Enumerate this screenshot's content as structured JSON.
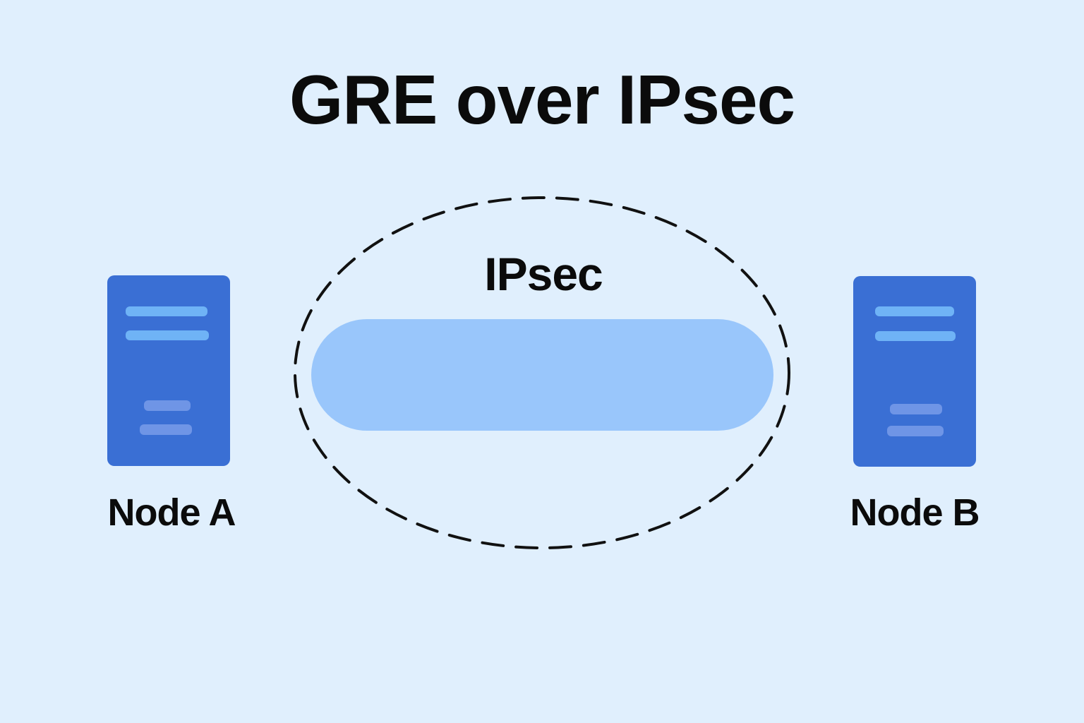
{
  "title": "GRE over IPsec",
  "tunnel": {
    "label": "IPsec"
  },
  "nodes": [
    {
      "label": "Node A"
    },
    {
      "label": "Node B"
    }
  ],
  "colors": {
    "background": "#e0effd",
    "server_body": "#3a6fd4",
    "server_stripe": "#6fb3f6",
    "server_stripe_dim": "#6f95e6",
    "tunnel_pipe": "#99c6fb",
    "outline": "#111111",
    "text": "#0b0b0b"
  },
  "icons": {
    "node_a": "server-icon",
    "node_b": "server-icon"
  }
}
